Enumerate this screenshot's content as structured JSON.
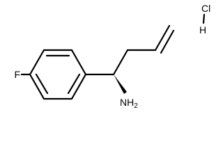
{
  "molecule": {
    "labels": {
      "fluorine": "F",
      "amine": "NH",
      "amine_subscript": "2",
      "chlorine": "Cl",
      "hydrogen": "H"
    }
  }
}
